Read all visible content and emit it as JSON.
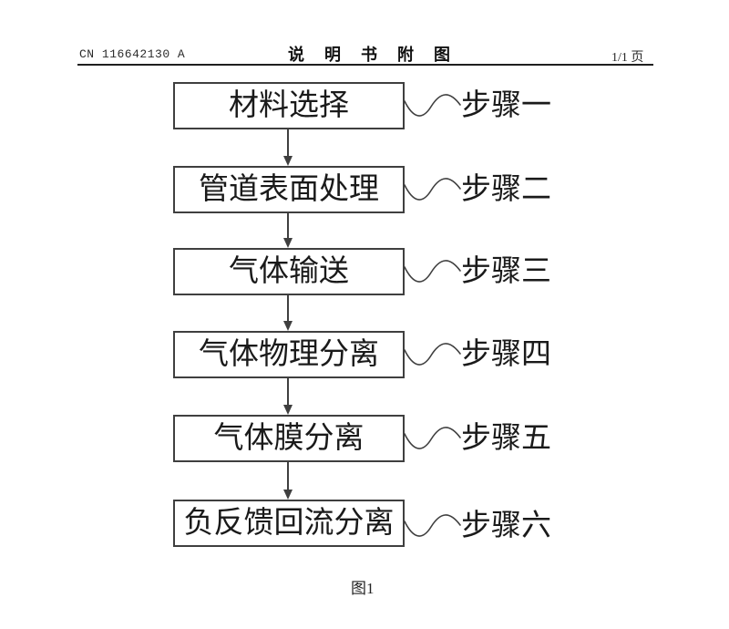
{
  "header": {
    "publication_number": "CN 116642130 A",
    "title": "说明书附图",
    "page_indicator": "1/1 页"
  },
  "flowchart": {
    "steps": [
      {
        "box": "材料选择",
        "label": "步骤一"
      },
      {
        "box": "管道表面处理",
        "label": "步骤二"
      },
      {
        "box": "气体输送",
        "label": "步骤三"
      },
      {
        "box": "气体物理分离",
        "label": "步骤四"
      },
      {
        "box": "气体膜分离",
        "label": "步骤五"
      },
      {
        "box": "负反馈回流分离",
        "label": "步骤六"
      }
    ],
    "caption": "图1"
  },
  "colors": {
    "ink": "#3f3f3f",
    "text": "#1a1a1a",
    "background": "#ffffff"
  }
}
